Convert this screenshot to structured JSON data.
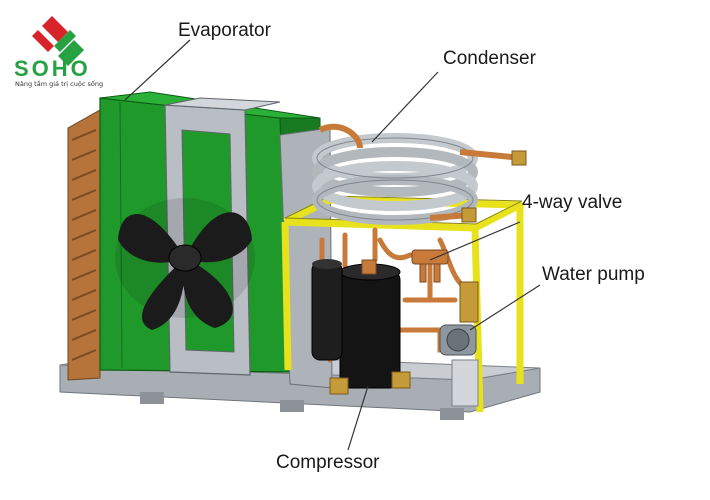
{
  "brand": {
    "name": "SOHO",
    "tagline": "Nâng tầm giá trị cuộc sống",
    "colors": {
      "red": "#d8232a",
      "green": "#27a243"
    }
  },
  "labels": {
    "evaporator": "Evaporator",
    "condenser": "Condenser",
    "four_way_valve": "4-way valve",
    "water_pump": "Water pump",
    "compressor": "Compressor"
  },
  "colors": {
    "evaporator_panel": "#1f9a2a",
    "frame": "#e8e21c",
    "copper": "#c87a3a",
    "steel": "#b9bec4",
    "compressor": "#141414",
    "fan": "#1b1b1b"
  },
  "icons": [
    "soho-logo-icon",
    "fan-icon",
    "coil-icon",
    "compressor-icon",
    "valve-icon",
    "pump-icon"
  ]
}
